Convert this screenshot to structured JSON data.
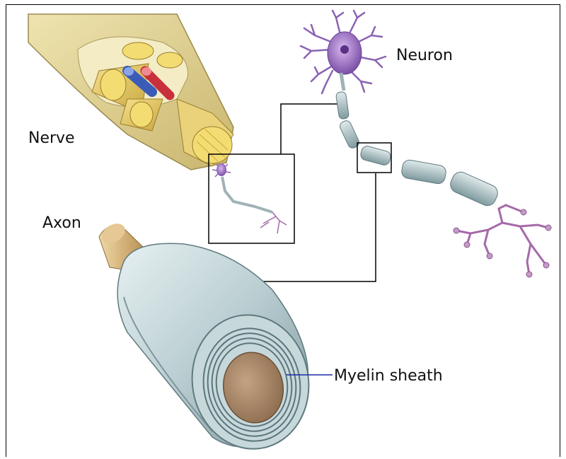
{
  "labels": {
    "nerve": "Nerve",
    "neuron": "Neuron",
    "axon": "Axon",
    "myelin": "Myelin sheath"
  },
  "colors": {
    "nerve_outer": "#d9c98a",
    "fascicle": "#e8d070",
    "artery": "#d0404a",
    "vein": "#4a6cc8",
    "neuron_body": "#a67cc8",
    "myelin": "#b7cbcf",
    "axon_core": "#a5876a",
    "connector": "#000000"
  }
}
